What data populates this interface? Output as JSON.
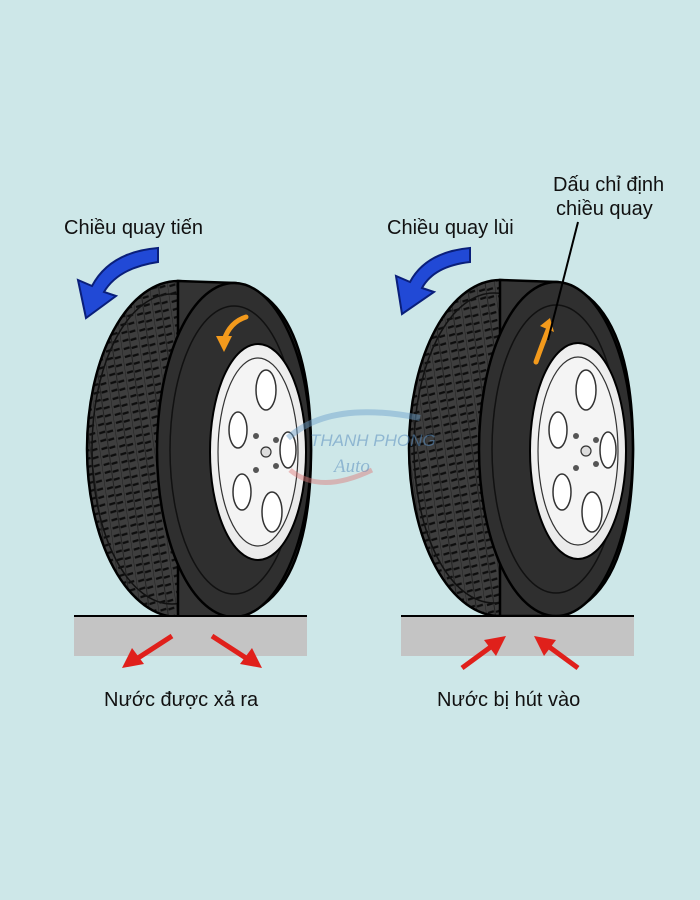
{
  "left": {
    "rotation_label": "Chiều quay tiến",
    "water_label": "Nước được xả ra"
  },
  "right": {
    "rotation_label": "Chiều quay lùi",
    "marker_label_line1": "Dấu chỉ định",
    "marker_label_line2": "chiều quay",
    "water_label": "Nước bị hút vào"
  },
  "watermark": {
    "line1": "THANH PHONG",
    "line2": "Auto"
  },
  "colors": {
    "background": "#cde7e8",
    "rotation_arrow": "#2149d6",
    "direction_marker": "#f39a1c",
    "water_arrow": "#e0201b",
    "road": "#c4c4c4",
    "tire": "#3c3c3c"
  }
}
